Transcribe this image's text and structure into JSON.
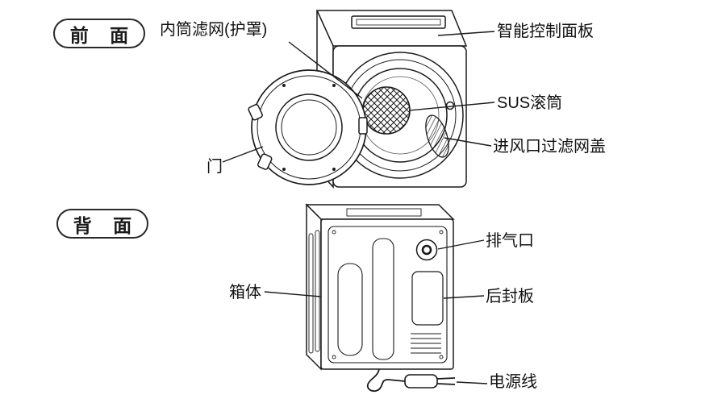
{
  "page": {
    "background": "#ffffff",
    "line_color": "#1a1a1a"
  },
  "front_view": {
    "badge": "前 面",
    "labels": {
      "inner_filter": "内筒滤网(护罩)",
      "control_panel": "智能控制面板",
      "drum": "SUS滚筒",
      "inlet_filter_cover": "进风口过滤网盖",
      "door": "门"
    }
  },
  "back_view": {
    "badge": "背 面",
    "labels": {
      "exhaust_outlet": "排气口",
      "cabinet": "箱体",
      "rear_plate": "后封板",
      "power_cord": "电源线"
    }
  }
}
